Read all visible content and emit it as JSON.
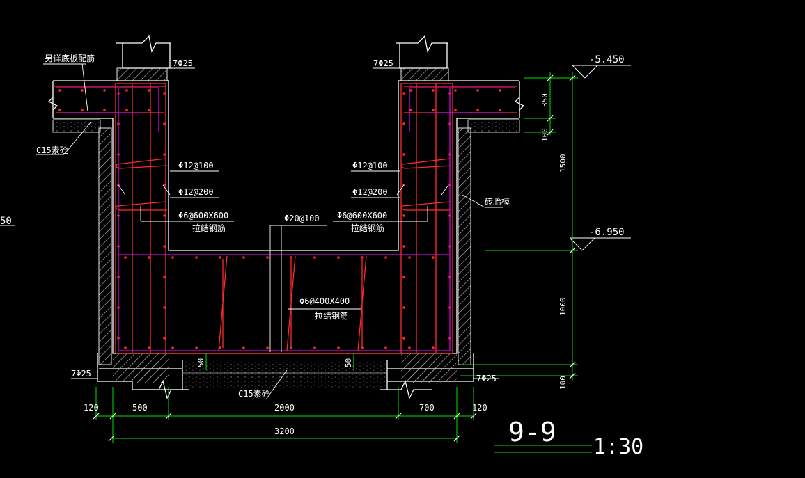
{
  "title": {
    "section": "9-9",
    "scale": "1:30"
  },
  "elevations": {
    "top": "-5.450",
    "middle": "-6.950",
    "left_partial": "50"
  },
  "labels": {
    "top_left_note": "另详底板配筋",
    "bar_top_left": "7Φ25",
    "bar_top_right": "7Φ25",
    "bar_bottom_left": "7Φ25",
    "bar_bottom_right": "7Φ25",
    "c15_left": "C15素砼",
    "c15_bottom": "C15素砼",
    "brick_wall": "砖胎模",
    "left_phi12_100": "Φ12@100",
    "left_phi12_200": "Φ12@200",
    "left_phi6_600": "Φ6@600X600",
    "left_tie": "拉结钢筋",
    "right_phi12_100": "Φ12@100",
    "right_phi12_200": "Φ12@200",
    "right_phi6_600": "Φ6@600X600",
    "right_tie": "拉结钢筋",
    "phi20_100": "Φ20@100",
    "phi6_400": "Φ6@400X400",
    "tie_center": "拉结钢筋"
  },
  "dims": {
    "d120_left": "120",
    "d500": "500",
    "d2000": "2000",
    "d700": "700",
    "d120_right": "120",
    "d3200": "3200",
    "v350": "350",
    "v100_top": "100",
    "v1500": "1500",
    "v1000": "1000",
    "v100_bottom": "100",
    "cover_left": "50",
    "cover_right": "50"
  },
  "colors": {
    "red": "#ff2a2a",
    "magenta": "#e000e0",
    "green": "#00e000",
    "white": "#ffffff",
    "gray": "#9a9a9a"
  }
}
